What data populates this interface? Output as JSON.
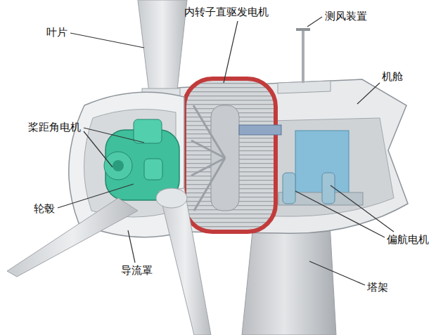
{
  "diagram": {
    "labels": [
      "叶片",
      "内转子直驱发电机",
      "测风装置",
      "机舱",
      "桨距角电机",
      "轮毂",
      "偏航电机",
      "导流罩",
      "塔架"
    ]
  }
}
